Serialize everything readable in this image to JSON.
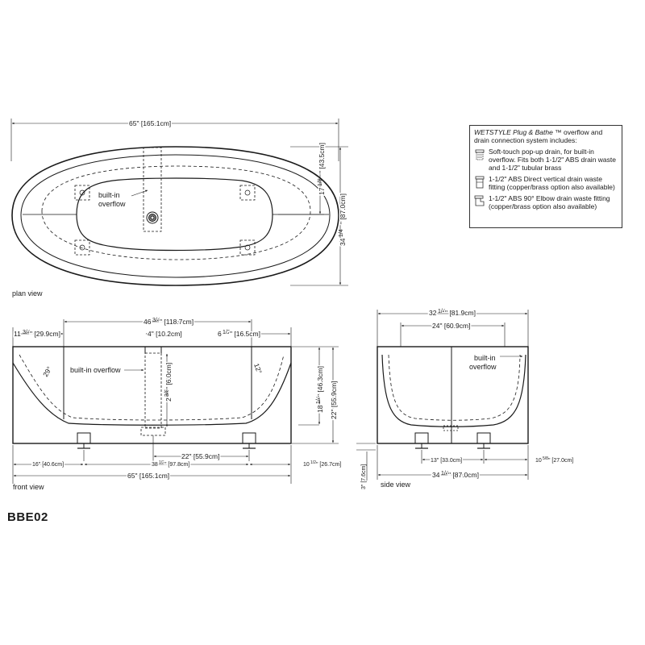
{
  "views": {
    "plan": {
      "label": "plan view",
      "overall_length": "65\" [165.1cm]",
      "width_whole": "34",
      "width_frac": "1/4",
      "width_cm": "\" [87.0cm]",
      "inner_whole": "17",
      "inner_frac": "1/8",
      "inner_cm": "\" [43.5cm]",
      "overflow_label_1": "built-in",
      "overflow_label_2": "overflow"
    },
    "front": {
      "label": "front view",
      "top_whole": "46",
      "top_frac": "3/4",
      "top_cm": "\" [118.7cm]",
      "left_top_whole": "11",
      "left_top_frac": "3/4",
      "left_top_cm": "\" [29.9cm]",
      "overflow_dim": "4\" [10.2cm]",
      "right_top_whole": "6",
      "right_top_frac": "1/2",
      "right_top_cm": "\" [16.5cm]",
      "angle_left": "29°",
      "angle_right": "12°",
      "overflow_label": "built-in overflow",
      "inner_depth_whole": "18",
      "inner_depth_frac": "1/4",
      "inner_depth_cm": "\" [46.3cm]",
      "height": "22\" [55.9cm]",
      "drain_whole": "2",
      "drain_frac": "3/8",
      "drain_cm": "\" [6.0cm]",
      "feet_span": "22\" [55.9cm]",
      "bottom_left": "16\" [40.6cm]",
      "bottom_mid_whole": "38",
      "bottom_mid_frac": "1/2",
      "bottom_mid_cm": "\" [97.8cm]",
      "bottom_right_whole": "10",
      "bottom_right_frac": "1/2",
      "bottom_right_cm": "\" [26.7cm]",
      "overall_length": "65\" [165.1cm]",
      "clearance": "3\" [7.6cm]"
    },
    "side": {
      "label": "side view",
      "top_whole": "32",
      "top_frac": "1/4",
      "top_cm": "\" [81.9cm]",
      "inner_top": "24\" [60.9cm]",
      "overflow_label_1": "built-in",
      "overflow_label_2": "overflow",
      "feet": "13\" [33.0cm]",
      "right_whole": "10",
      "right_frac": "5/8",
      "right_cm": "\" [27.0cm]",
      "bottom_whole": "34",
      "bottom_frac": "1/4",
      "bottom_cm": "\" [87.0cm]"
    }
  },
  "model": "BBE02",
  "legend": {
    "brand": "WETSTYLE Plug & Bathe",
    "head_rest": " ™ overflow  and drain connection system includes:",
    "items": [
      {
        "icon": "pop-up-drain-icon",
        "text": "Soft-touch pop-up drain, for built-in overflow. Fits both 1-1/2\" ABS drain waste and 1-1/2\" tubular brass"
      },
      {
        "icon": "vertical-drain-fitting-icon",
        "text": "1-1/2\" ABS Direct vertical drain waste fitting (copper/brass option also available)"
      },
      {
        "icon": "elbow-drain-fitting-icon",
        "text": "1-1/2\" ABS 90° Elbow drain waste fitting (copper/brass option also available)"
      }
    ]
  }
}
